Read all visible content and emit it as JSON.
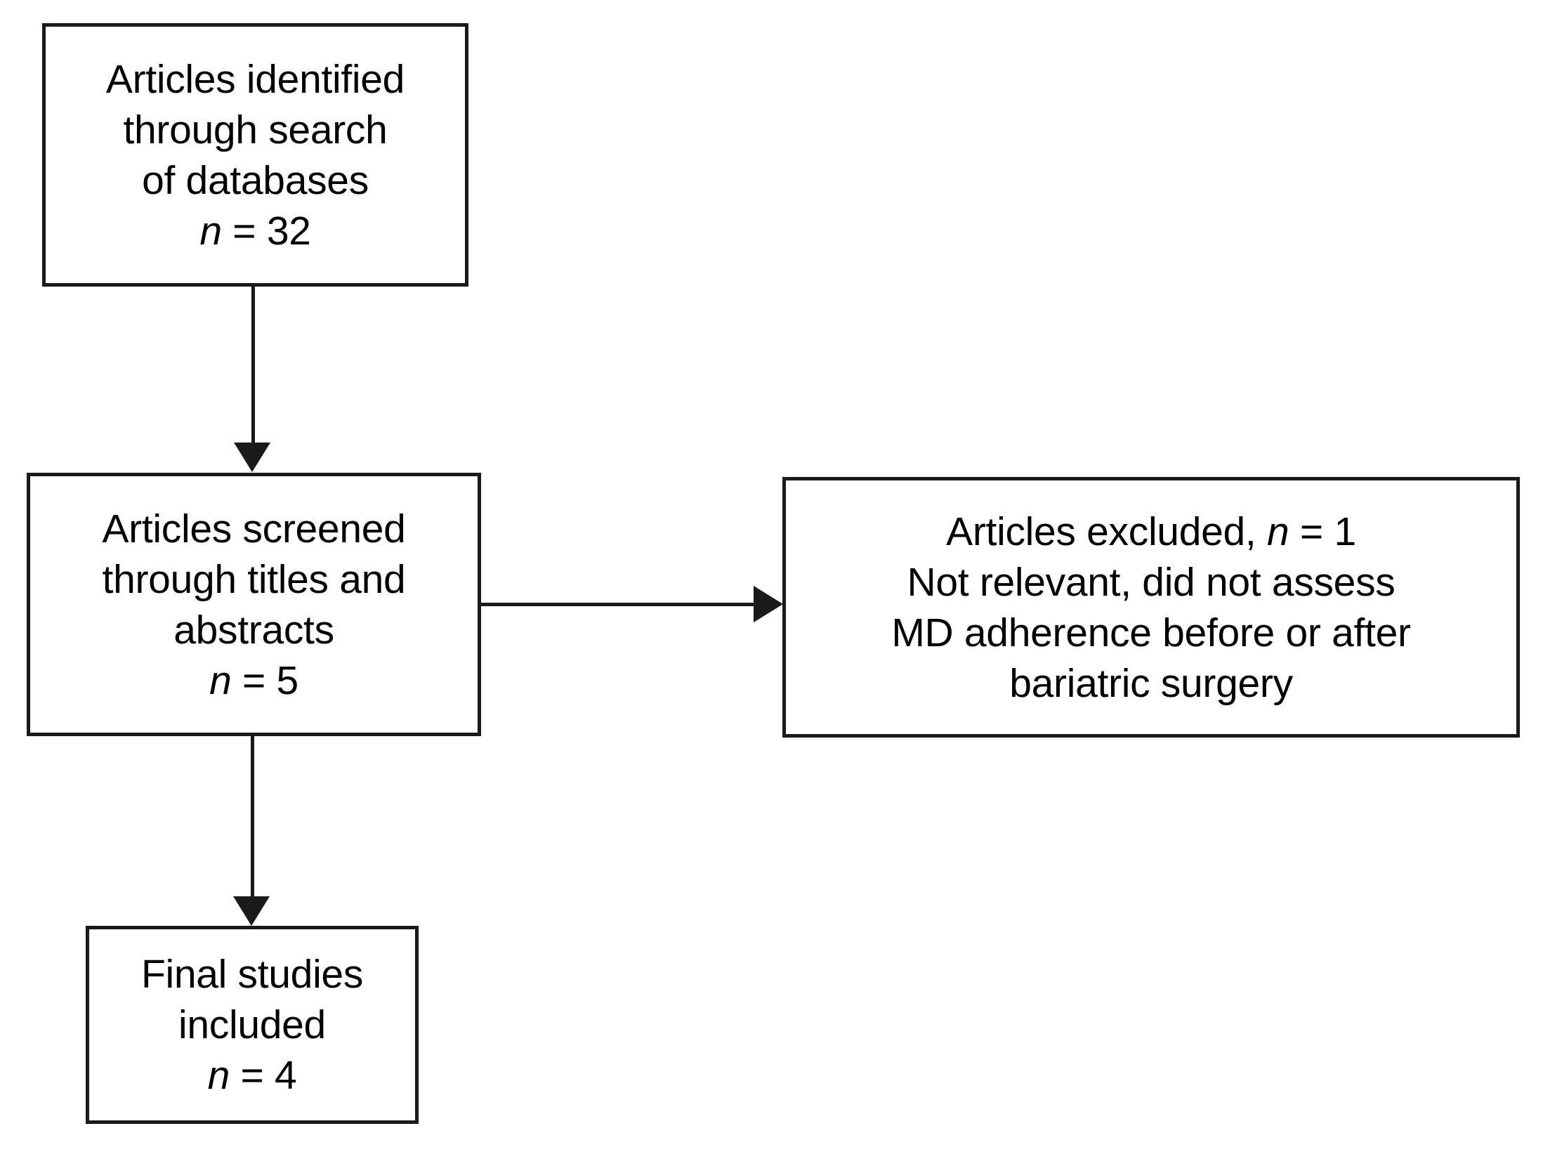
{
  "diagram": {
    "title": "PRISMA study selection flow diagram",
    "background_color": "#ffffff",
    "line_color": "#1a1a1a",
    "text_color": "#000000",
    "nodes": [
      {
        "id": "identified",
        "name": "articles-identified-box",
        "lines": [
          "Articles identified",
          "through search",
          "of databases"
        ],
        "count_label": "n",
        "count_separator": " = ",
        "count_value": "32"
      },
      {
        "id": "screened",
        "name": "articles-screened-box",
        "lines": [
          "Articles screened",
          "through titles and",
          "abstracts"
        ],
        "count_label": "n",
        "count_separator": " = ",
        "count_value": "5"
      },
      {
        "id": "excluded",
        "name": "articles-excluded-box",
        "first_line_prefix": "Articles excluded, ",
        "count_label": "n",
        "count_separator": " = ",
        "count_value": "1",
        "lines": [
          "Not relevant, did not assess",
          "MD adherence before or after",
          "bariatric surgery"
        ]
      },
      {
        "id": "final",
        "name": "final-studies-box",
        "lines": [
          "Final studies",
          "included"
        ],
        "count_label": "n",
        "count_separator": " = ",
        "count_value": "4"
      }
    ],
    "connectors": [
      {
        "id": "identified-to-screened",
        "name": "arrow-identified-to-screened",
        "direction": "down"
      },
      {
        "id": "screened-to-excluded",
        "name": "arrow-screened-to-excluded",
        "direction": "right"
      },
      {
        "id": "screened-to-final",
        "name": "arrow-screened-to-final",
        "direction": "down"
      }
    ]
  }
}
